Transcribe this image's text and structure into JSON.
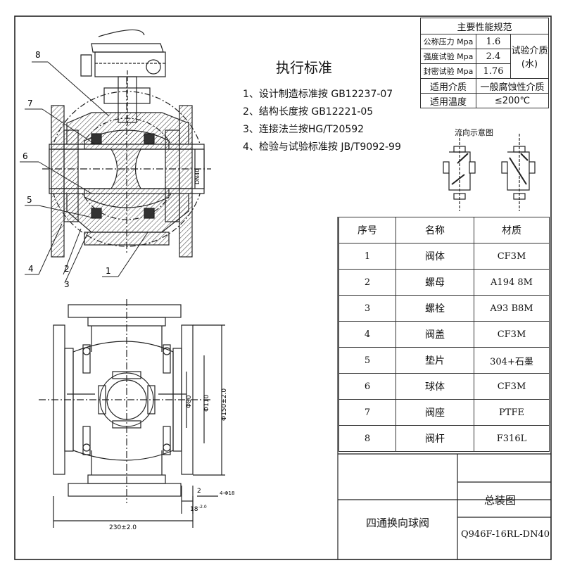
{
  "standards": {
    "title": "执行标准",
    "items": [
      "1、设计制造标准按 GB12237-07",
      "2、结构长度按 GB12221-05",
      "3、连接法兰按HG/T20592",
      "4、检验与试验标准按 JB/T9092-99"
    ]
  },
  "spec_table": {
    "header": "主要性能规范",
    "nominal_pressure_label": "公称压力 Mpa",
    "nominal_pressure_value": "1.6",
    "strength_test_label": "强度试验 Mpa",
    "strength_test_value": "2.4",
    "seal_test_label": "封密试验 Mpa",
    "seal_test_value": "1.76",
    "test_medium_label": "试验介质",
    "test_medium_value": "(水)",
    "medium_label": "适用介质",
    "medium_value": "一般腐蚀性介质",
    "temperature_label": "适用温度",
    "temperature_value": "≤200℃"
  },
  "flow_diagram_title": "流向示意图",
  "parts_table": {
    "headers": [
      "序号",
      "名称",
      "材质"
    ],
    "rows": [
      [
        "1",
        "阀体",
        "CF3M"
      ],
      [
        "2",
        "螺母",
        "A194 8M"
      ],
      [
        "3",
        "螺栓",
        "A93 B8M"
      ],
      [
        "4",
        "阀盖",
        "CF3M"
      ],
      [
        "5",
        "垫片",
        "304+石墨"
      ],
      [
        "6",
        "球体",
        "CF3M"
      ],
      [
        "7",
        "阀座",
        "PTFE"
      ],
      [
        "8",
        "阀杆",
        "F316L"
      ]
    ]
  },
  "title_block": {
    "product_name": "四通换向球阀",
    "drawing_type": "总装图",
    "model_code": "Q946F-16RL-DN40"
  },
  "callouts": [
    "8",
    "7",
    "6",
    "5",
    "4",
    "2",
    "3",
    "1"
  ],
  "dimensions": {
    "dn": "DN40",
    "d80": "Φ80",
    "d110": "Φ110",
    "d150": "Φ150±2.0",
    "length": "230±2.0",
    "flange_thk": "18",
    "flange_tol": "-2.0",
    "raised_face": "2",
    "bolt_holes": "4-Φ18"
  }
}
